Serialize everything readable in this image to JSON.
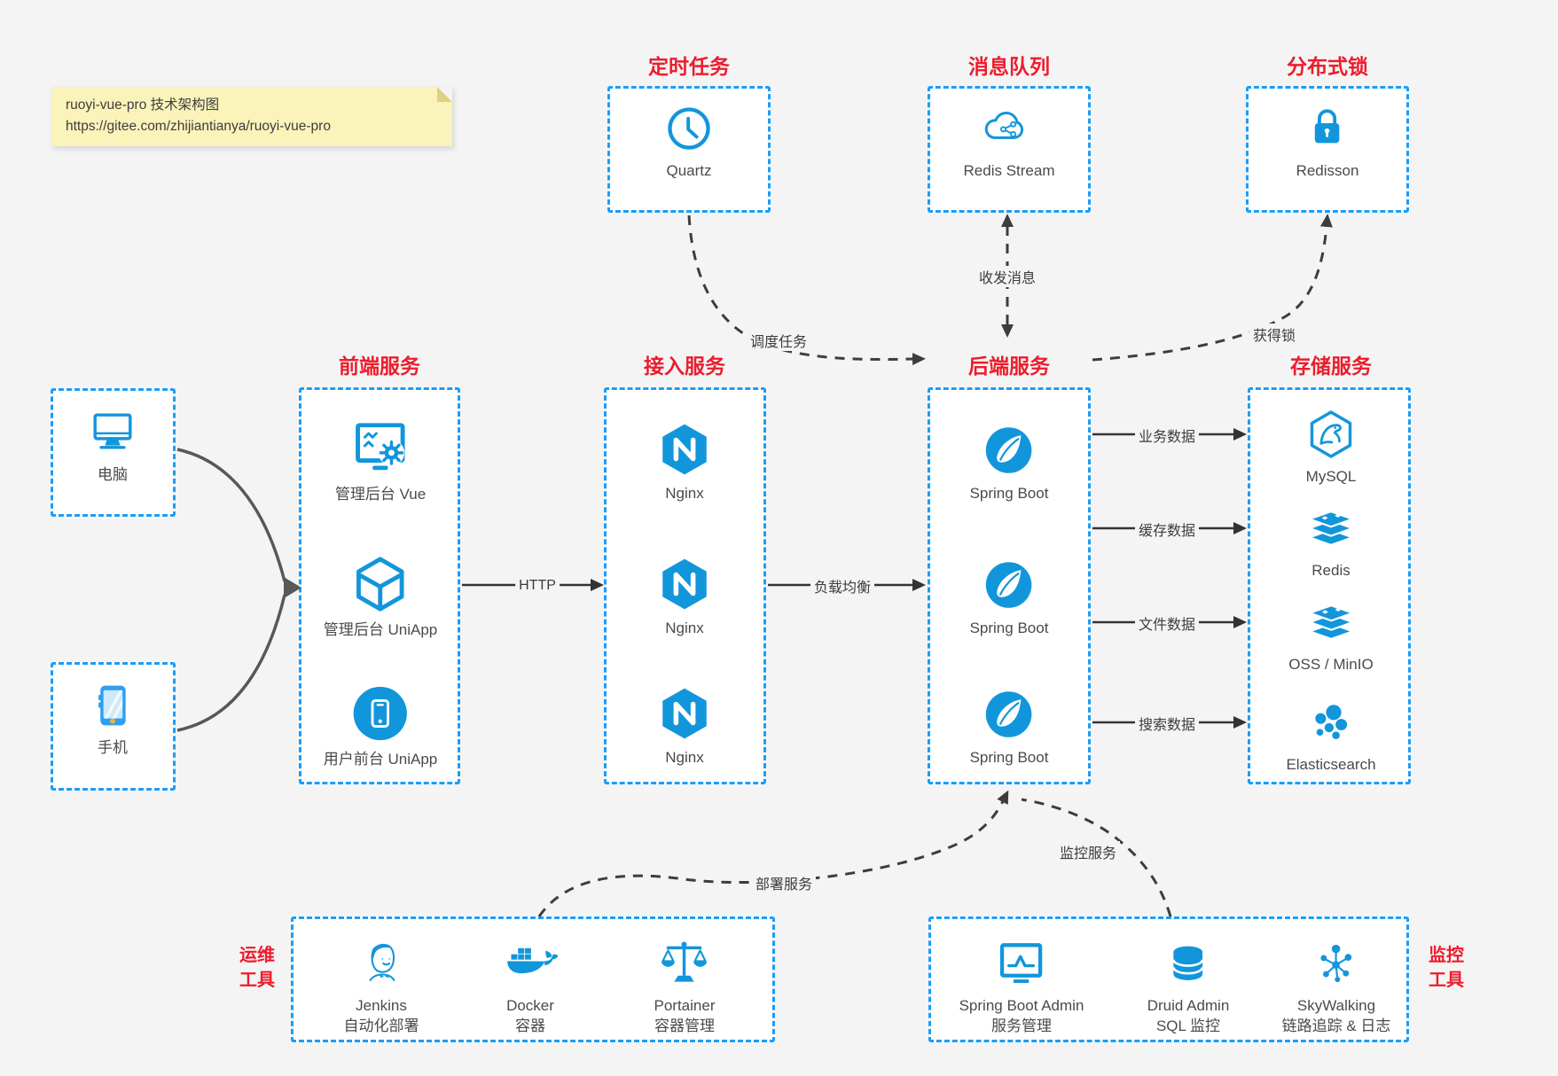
{
  "note": {
    "line1": "ruoyi-vue-pro 技术架构图",
    "line2": "https://gitee.com/zhijiantianya/ruoyi-vue-pro"
  },
  "top_services": [
    {
      "title": "定时任务",
      "item": "Quartz",
      "icon": "clock-icon"
    },
    {
      "title": "消息队列",
      "item": "Redis Stream",
      "icon": "cloud-share-icon"
    },
    {
      "title": "分布式锁",
      "item": "Redisson",
      "icon": "lock-icon"
    }
  ],
  "clients": {
    "desktop": "电脑",
    "phone": "手机"
  },
  "columns": {
    "frontend": {
      "title": "前端服务",
      "items": [
        "管理后台 Vue",
        "管理后台 UniApp",
        "用户前台 UniApp"
      ]
    },
    "gateway": {
      "title": "接入服务",
      "items": [
        "Nginx",
        "Nginx",
        "Nginx"
      ]
    },
    "backend": {
      "title": "后端服务",
      "items": [
        "Spring Boot",
        "Spring Boot",
        "Spring Boot"
      ]
    },
    "storage": {
      "title": "存储服务",
      "items": [
        "MySQL",
        "Redis",
        "OSS / MinIO",
        "Elasticsearch"
      ]
    }
  },
  "ops": {
    "side_line1": "运维",
    "side_line2": "工具",
    "items": [
      {
        "name": "Jenkins",
        "desc": "自动化部署"
      },
      {
        "name": "Docker",
        "desc": "容器"
      },
      {
        "name": "Portainer",
        "desc": "容器管理"
      }
    ]
  },
  "monitoring": {
    "side_line1": "监控",
    "side_line2": "工具",
    "items": [
      {
        "name": "Spring Boot Admin",
        "desc": "服务管理"
      },
      {
        "name": "Druid Admin",
        "desc": "SQL 监控"
      },
      {
        "name": "SkyWalking",
        "desc": "链路追踪 & 日志"
      }
    ]
  },
  "edges": {
    "http": "HTTP",
    "load_balance": "负载均衡",
    "business_data": "业务数据",
    "cache_data": "缓存数据",
    "file_data": "文件数据",
    "search_data": "搜索数据",
    "schedule_task": "调度任务",
    "send_receive_msg": "收发消息",
    "acquire_lock": "获得锁",
    "deploy_service": "部署服务",
    "monitor_service": "监控服务"
  },
  "colors": {
    "page_bg": "#f4f4f4",
    "box_border_blue": "#1b9df8",
    "icon_blue": "#1296db",
    "accent_red": "#ed1c2d",
    "arrow_dark": "#3d3d3d",
    "client_arrow_gray": "#57585a",
    "note_bg": "#faf3ba"
  }
}
